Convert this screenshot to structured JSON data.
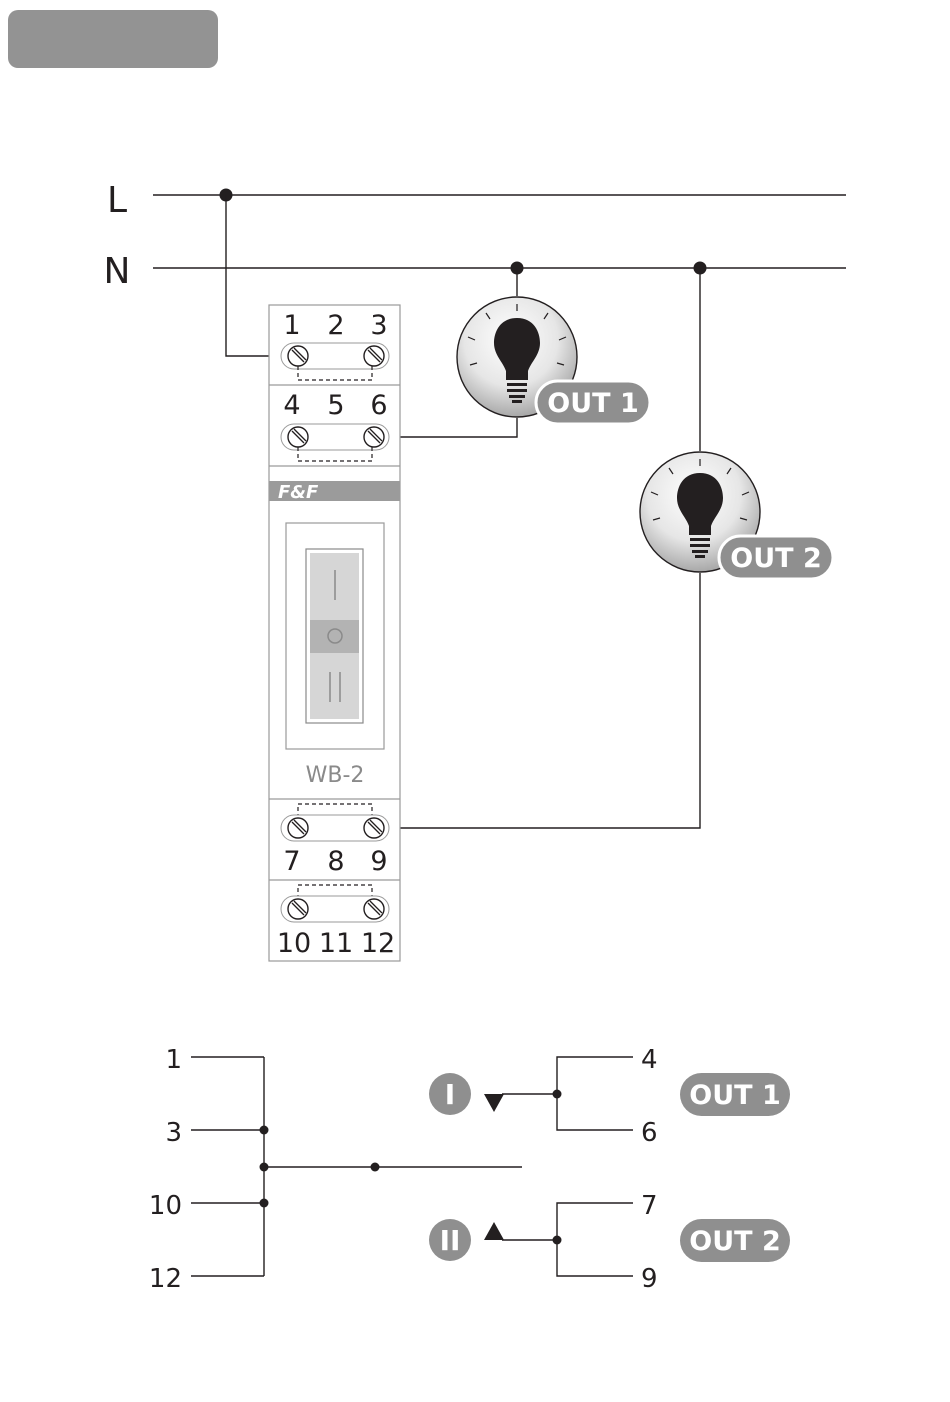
{
  "header": {
    "tab_color": "#939393"
  },
  "colors": {
    "line": "#231f20",
    "badge": "#8f8f8f",
    "device_frame": "#9a9a9a",
    "brand_bar": "#9b9b9b"
  },
  "lines": {
    "live": "L",
    "neutral": "N"
  },
  "device": {
    "brand": "F&F",
    "model": "WB-2",
    "top_terminals_row1": [
      "1",
      "2",
      "3"
    ],
    "top_terminals_row2": [
      "4",
      "5",
      "6"
    ],
    "bottom_terminals_row1": [
      "7",
      "8",
      "9"
    ],
    "bottom_terminals_row2": [
      "10",
      "11",
      "12"
    ],
    "switch_positions": [
      "|",
      "O",
      "||"
    ]
  },
  "outputs": {
    "out1": "OUT 1",
    "out2": "OUT 2"
  },
  "schematic": {
    "inputs": [
      "1",
      "3",
      "10",
      "12"
    ],
    "out1_terminals": [
      "4",
      "6"
    ],
    "out2_terminals": [
      "7",
      "9"
    ],
    "position_1": "I",
    "position_2": "II",
    "out1_label": "OUT 1",
    "out2_label": "OUT 2"
  }
}
